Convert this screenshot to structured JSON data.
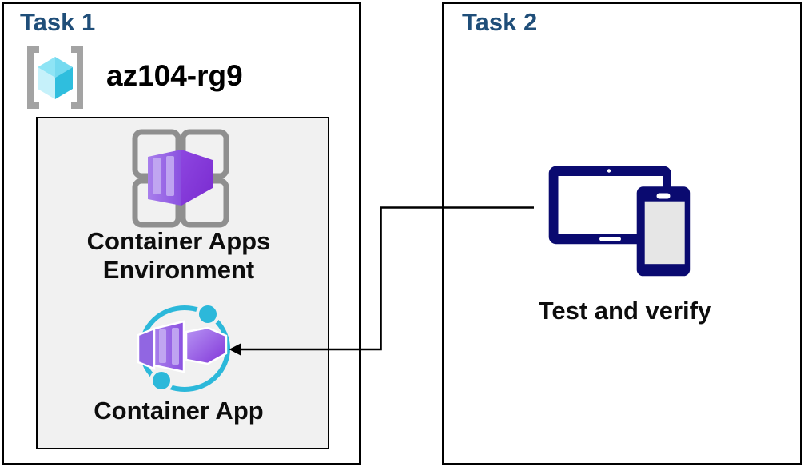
{
  "task1": {
    "title": "Task 1",
    "resource_group": "az104-rg9",
    "env_label_line1": "Container Apps",
    "env_label_line2": "Environment",
    "app_label": "Container App"
  },
  "task2": {
    "title": "Task 2",
    "verify_label": "Test and verify"
  },
  "icons": {
    "resource_group": "resource-group-icon",
    "environment": "container-apps-environment-icon",
    "container_app": "container-app-icon",
    "devices": "devices-icon"
  },
  "connector": {
    "from": "test-and-verify",
    "to": "container-app",
    "style": "elbow-arrow"
  },
  "colors": {
    "heading": "#1f4e79",
    "box_border": "#000000",
    "inner_box_bg": "#f1f1f1",
    "purple": "#8a4fe3",
    "purple_dark": "#7a2bd0",
    "purple_light": "#c3abf2",
    "cyan": "#2cb8da",
    "cube_teal": "#2fbede",
    "navy_device": "#0a0a70",
    "icon_gray": "#8f8f8f"
  }
}
